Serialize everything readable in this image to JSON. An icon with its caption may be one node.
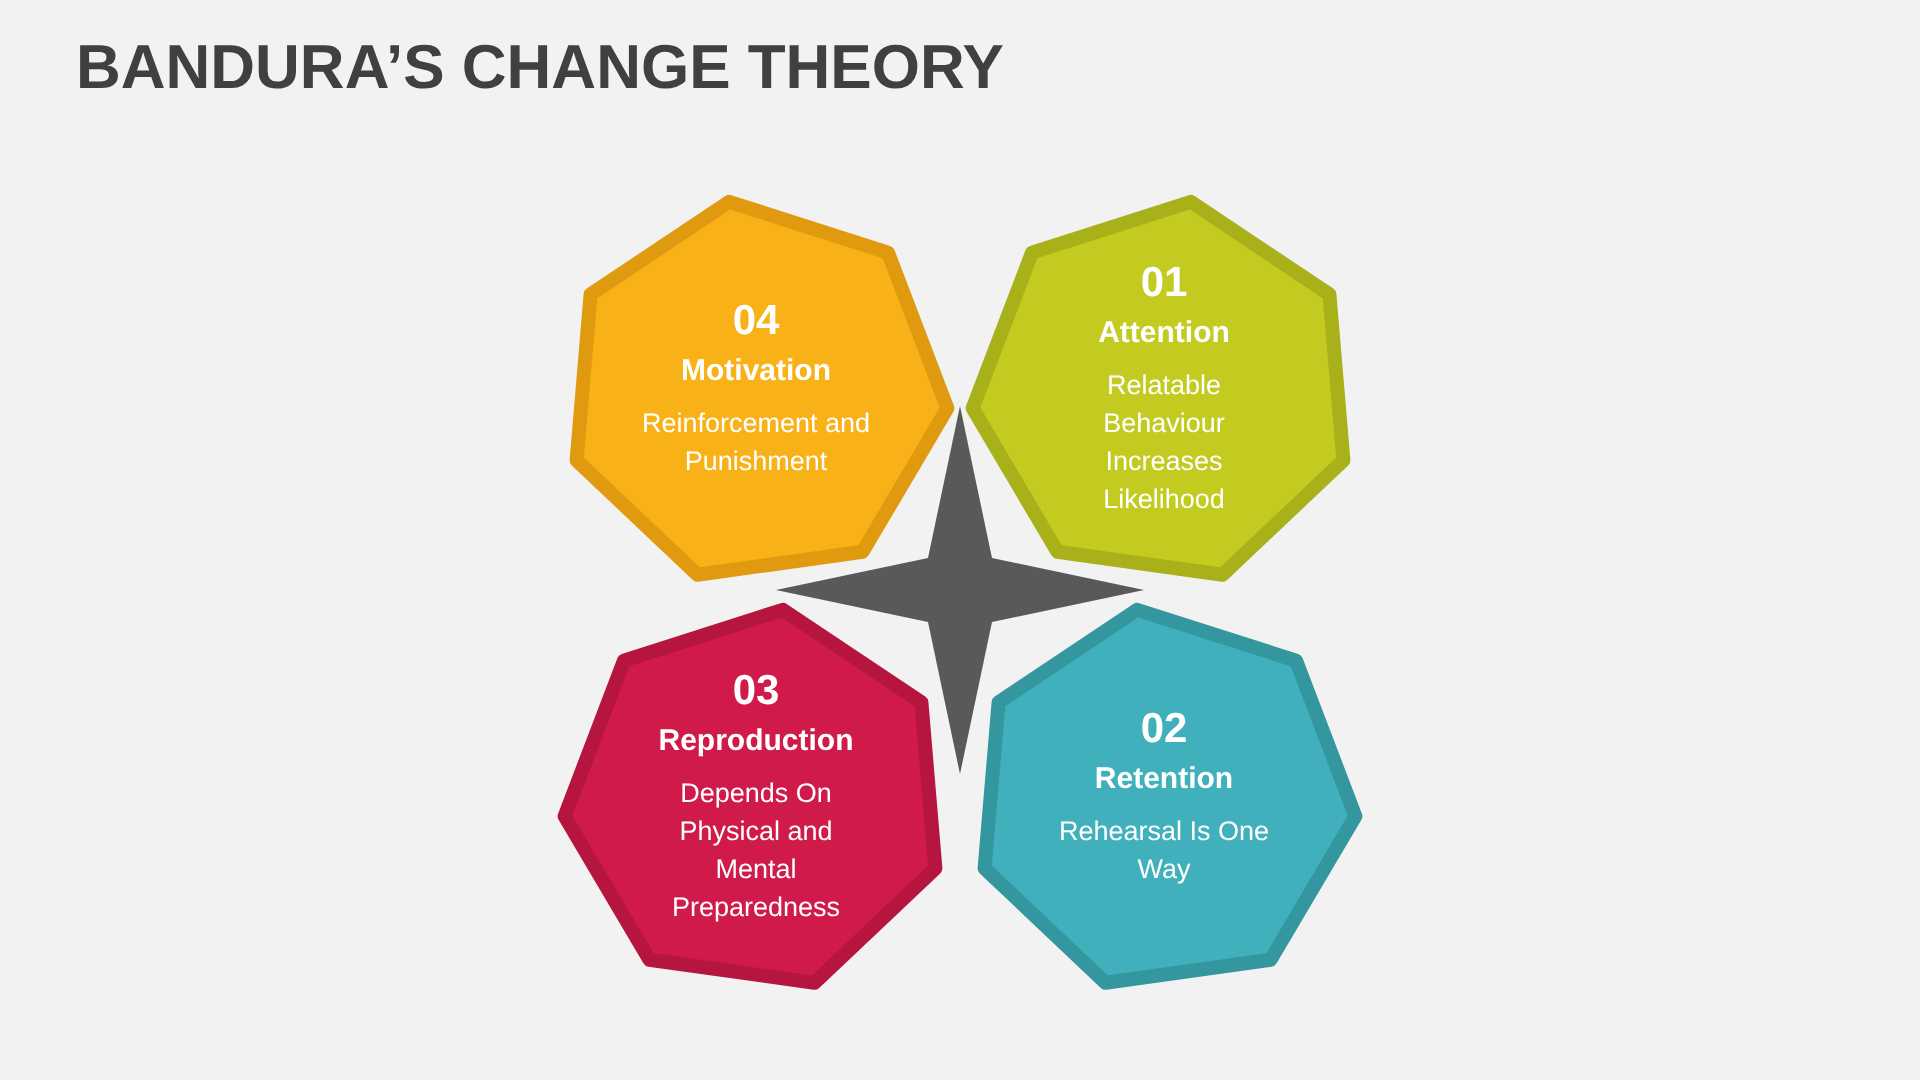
{
  "diagram": {
    "title": "BANDURA’S CHANGE THEORY",
    "nodes": [
      {
        "text": [
          "04",
          "Motivation",
          "Reinforcement and Punishment"
        ]
      },
      {
        "text": [
          "01",
          "Attention",
          "Relatable Behaviour Increases Likelihood"
        ]
      },
      {
        "text": [
          "03",
          "Reproduction",
          "Depends On Physical and Mental Preparedness"
        ]
      },
      {
        "text": [
          "02",
          "Retention",
          "Rehearsal Is One Way"
        ]
      },
      {
        "text": [],
        "shape": "star"
      }
    ]
  }
}
